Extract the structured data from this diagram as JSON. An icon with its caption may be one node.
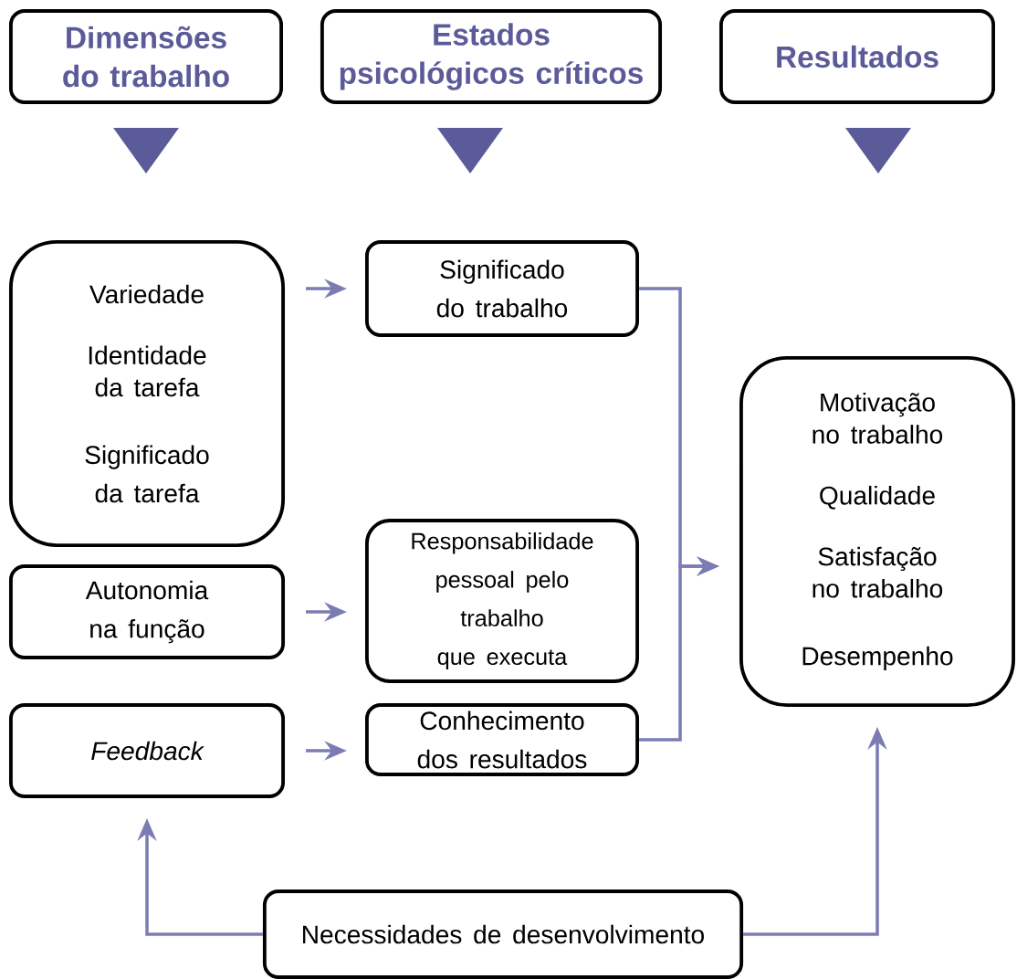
{
  "diagram": {
    "nodes": [
      {
        "text": [
          "Dimensões do trabalho"
        ]
      },
      {
        "text": [
          "Estados psicológicos críticos"
        ]
      },
      {
        "text": [
          "Resultados"
        ]
      },
      {
        "text": [
          "Variedade",
          "Identidade da tarefa",
          "Significado da tarefa"
        ]
      },
      {
        "text": [
          "Autonomia na função"
        ]
      },
      {
        "text": [
          "Feedback"
        ]
      },
      {
        "text": [
          "Significado do trabalho"
        ]
      },
      {
        "text": [
          "Responsabilidade pessoal pelo trabalho que executa"
        ]
      },
      {
        "text": [
          "Conhecimento dos resultados"
        ]
      },
      {
        "text": [
          "Motivação no trabalho",
          "Qualidade",
          "Satisfação no trabalho",
          "Desempenho"
        ]
      },
      {
        "text": [
          "Necessidades de desenvolvimento"
        ]
      }
    ],
    "edges": [
      {
        "from": 3,
        "to": 6,
        "arrow": "to"
      },
      {
        "from": 4,
        "to": 7,
        "arrow": "to"
      },
      {
        "from": 5,
        "to": 8,
        "arrow": "to"
      },
      {
        "from": 6,
        "to": 9,
        "arrow": "to"
      },
      {
        "from": 8,
        "to": 9,
        "arrow": "to"
      },
      {
        "from": 10,
        "to": 5,
        "arrow": "to"
      },
      {
        "from": 10,
        "to": 9,
        "arrow": "to"
      }
    ]
  }
}
